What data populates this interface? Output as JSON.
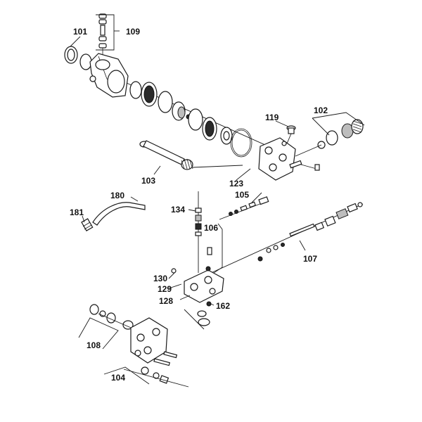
{
  "callouts": {
    "c101": "101",
    "c109": "109",
    "c119": "119",
    "c102": "102",
    "c103": "103",
    "c123": "123",
    "c105": "105",
    "c180": "180",
    "c181": "181",
    "c134": "134",
    "c106": "106",
    "c107": "107",
    "c130": "130",
    "c129": "129",
    "c128": "128",
    "c162": "162",
    "c108": "108",
    "c104": "104"
  }
}
